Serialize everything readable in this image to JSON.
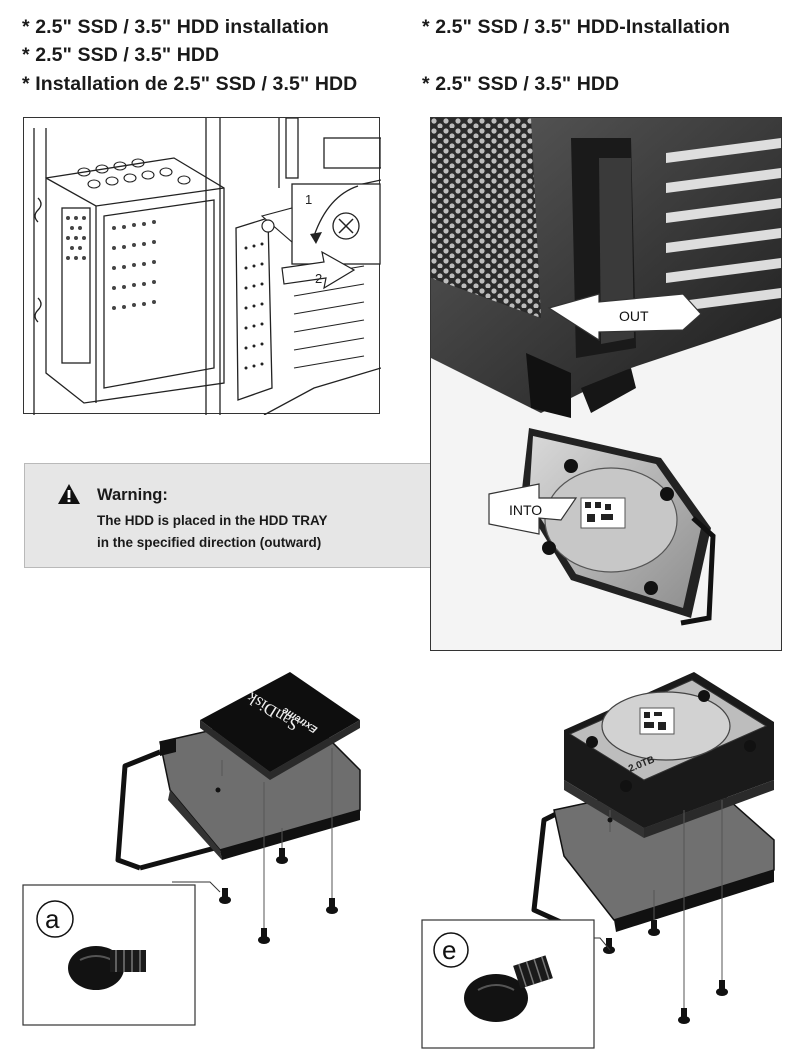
{
  "headers": {
    "en": "* 2.5\" SSD / 3.5\" HDD installation",
    "plain": "* 2.5\" SSD / 3.5\" HDD",
    "fr": "* Installation de 2.5\" SSD / 3.5\" HDD",
    "de": "* 2.5\" SSD / 3.5\" HDD-Installation",
    "other": "* 2.5\" SSD / 3.5\" HDD"
  },
  "diagram": {
    "step_1": "1",
    "step_2": "2"
  },
  "photo": {
    "out_label": "OUT",
    "into_label": "INTO"
  },
  "warning": {
    "title": "Warning:",
    "line_1": "The HDD is placed in the HDD TRAY",
    "line_2": "in the specified direction (outward)"
  },
  "ssd": {
    "brand": "SanDisk",
    "model": "Extreme",
    "screw_label": "a"
  },
  "hdd": {
    "capacity": "2.0TB",
    "screw_label": "e"
  }
}
